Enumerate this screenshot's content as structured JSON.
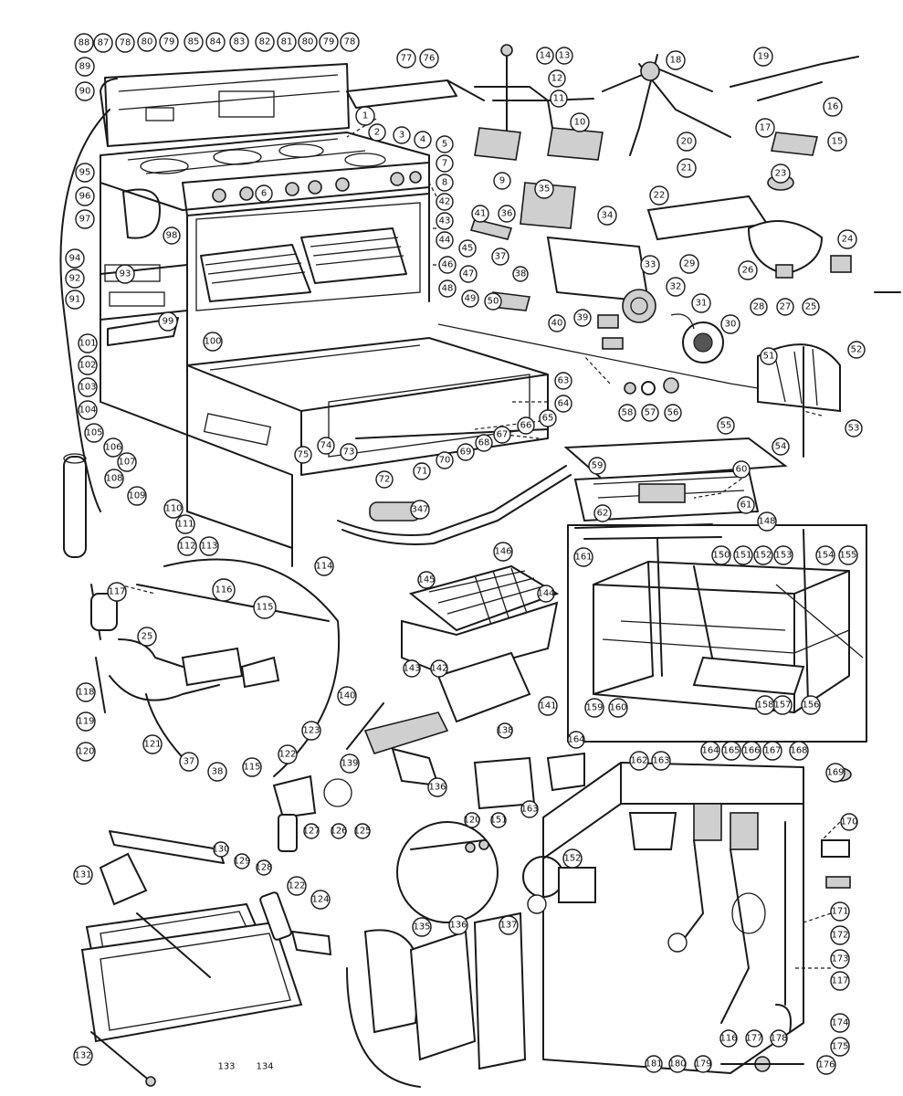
{
  "diagram": {
    "callouts": [
      "88",
      "87",
      "78",
      "80",
      "79",
      "85",
      "84",
      "83",
      "82",
      "81",
      "80",
      "79",
      "78",
      "89",
      "90",
      "1",
      "2",
      "3",
      "4",
      "5",
      "6",
      "7",
      "8",
      "42",
      "43",
      "44",
      "45",
      "46",
      "47",
      "48",
      "49",
      "50",
      "77",
      "76",
      "14",
      "13",
      "12",
      "11",
      "10",
      "9",
      "15",
      "16",
      "17",
      "18",
      "19",
      "20",
      "21",
      "22",
      "23",
      "24",
      "25",
      "26",
      "27",
      "28",
      "29",
      "30",
      "31",
      "32",
      "33",
      "34",
      "35",
      "36",
      "37",
      "38",
      "39",
      "40",
      "41",
      "51",
      "52",
      "53",
      "54",
      "55",
      "56",
      "57",
      "58",
      "59",
      "60",
      "61",
      "62",
      "63",
      "64",
      "65",
      "66",
      "67",
      "68",
      "69",
      "70",
      "71",
      "72",
      "73",
      "74",
      "75",
      "95",
      "96",
      "97",
      "98",
      "94",
      "93",
      "92",
      "91",
      "99",
      "100",
      "101",
      "102",
      "103",
      "104",
      "105",
      "106",
      "107",
      "108",
      "109",
      "110",
      "111",
      "112",
      "113",
      "114",
      "347",
      "146",
      "148",
      "150",
      "151",
      "152",
      "153",
      "154",
      "155",
      "156",
      "157",
      "158",
      "159",
      "160",
      "161",
      "117",
      "116",
      "115",
      "118",
      "119",
      "120",
      "121",
      "37",
      "38",
      "122",
      "123",
      "145",
      "144",
      "143",
      "142",
      "141",
      "140",
      "139",
      "138",
      "136",
      "127",
      "126",
      "125",
      "130",
      "129",
      "128",
      "131",
      "132",
      "133",
      "134",
      "122",
      "124",
      "135",
      "136",
      "137",
      "164",
      "163",
      "162",
      "165",
      "166",
      "167",
      "168",
      "169",
      "170",
      "171",
      "172",
      "173",
      "174",
      "175",
      "176",
      "177",
      "178",
      "179",
      "180",
      "181"
    ],
    "plain_labels": [
      "133",
      "134"
    ]
  }
}
